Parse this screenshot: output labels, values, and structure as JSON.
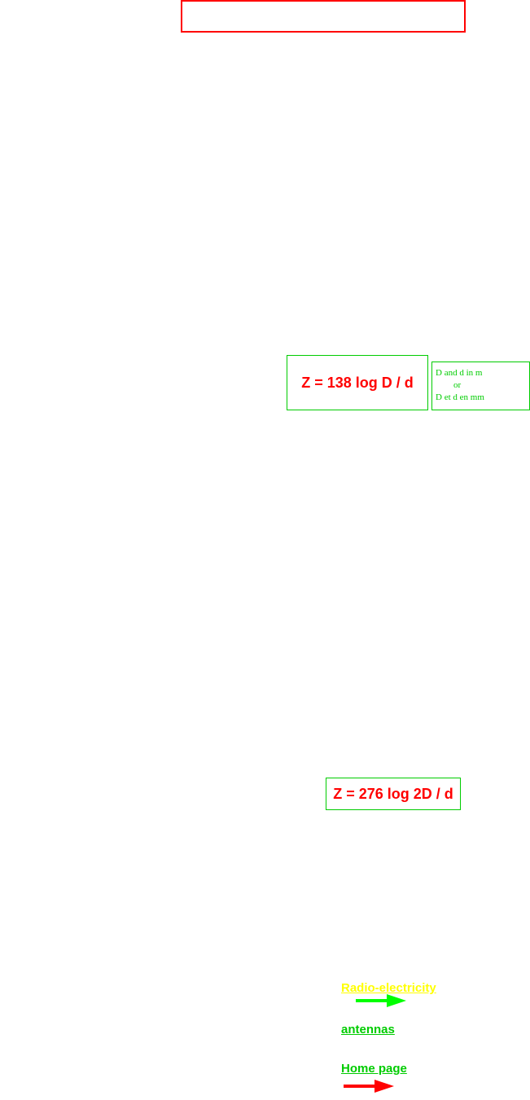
{
  "header": {
    "title_box_color": "#ff0000"
  },
  "formulas": {
    "coaxial": "Z = 138 log D / d",
    "twin_line": "Z = 276 log 2D / d",
    "text_color": "#ff0000",
    "border_color": "#00cc00"
  },
  "units_note": {
    "line1": "D and d in m",
    "line2": "or",
    "line3": "D et d en mm",
    "color": "#00cc00"
  },
  "nav": {
    "radio_electricity": "Radio-electricity",
    "radio_electricity_color": "#ffff00",
    "antennas": "antennas",
    "antennas_color": "#00cc00",
    "home_page": "Home page",
    "home_page_color": "#00cc00",
    "arrow_green_icon": "arrow-right-icon",
    "arrow_green_color": "#00ff00",
    "arrow_red_icon": "arrow-right-icon",
    "arrow_red_color": "#ff0000"
  }
}
